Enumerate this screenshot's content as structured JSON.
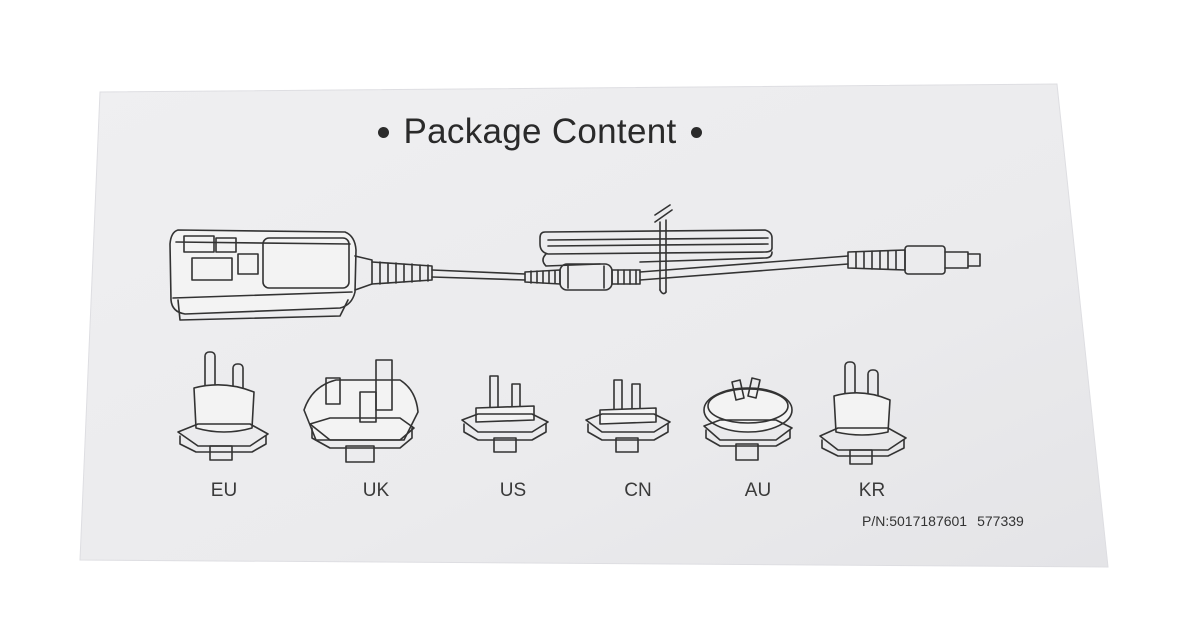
{
  "title": "Package Content",
  "plugs": [
    {
      "label": "EU"
    },
    {
      "label": "UK"
    },
    {
      "label": "US"
    },
    {
      "label": "CN"
    },
    {
      "label": "AU"
    },
    {
      "label": "KR"
    }
  ],
  "part_number": {
    "pn": "P/N:5017187601",
    "code": "577339"
  },
  "colors": {
    "paper": "#ececee",
    "ink": "#2b2b2b"
  },
  "icons": [
    "bullet-dot",
    "power-adapter-icon",
    "cable-icon",
    "dc-connector-icon",
    "plug-icon"
  ]
}
